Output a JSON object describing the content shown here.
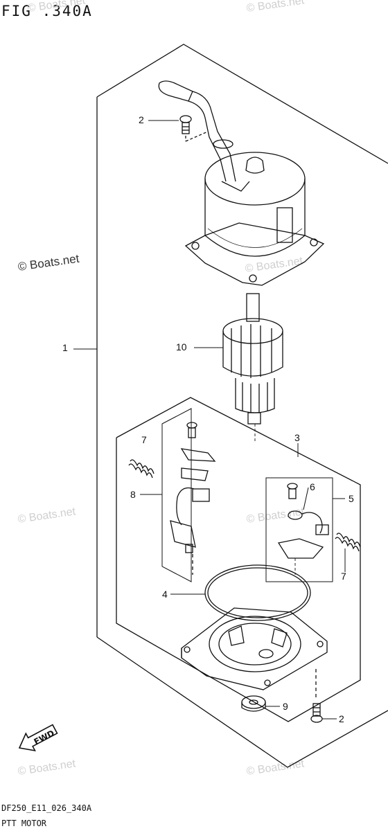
{
  "figure": {
    "title": "FIG .340A",
    "drawing_code": "DF250_E11_026_340A",
    "caption": "PTT MOTOR"
  },
  "watermarks": [
    {
      "text": "© Boats.net"
    },
    {
      "text": "© Boats.net"
    },
    {
      "text": "© Boats.net"
    },
    {
      "text": "© Boats.net"
    },
    {
      "text": "© Boats.net"
    },
    {
      "text": "© Boats.net"
    },
    {
      "text": "© Boats.net"
    },
    {
      "text": "© Boats.net"
    }
  ],
  "callouts": [
    {
      "id": "1"
    },
    {
      "id": "2"
    },
    {
      "id": "10"
    },
    {
      "id": "3"
    },
    {
      "id": "7"
    },
    {
      "id": "8"
    },
    {
      "id": "6"
    },
    {
      "id": "5"
    },
    {
      "id": "7"
    },
    {
      "id": "4"
    },
    {
      "id": "9"
    },
    {
      "id": "2"
    }
  ],
  "fwd_label": "FWD"
}
